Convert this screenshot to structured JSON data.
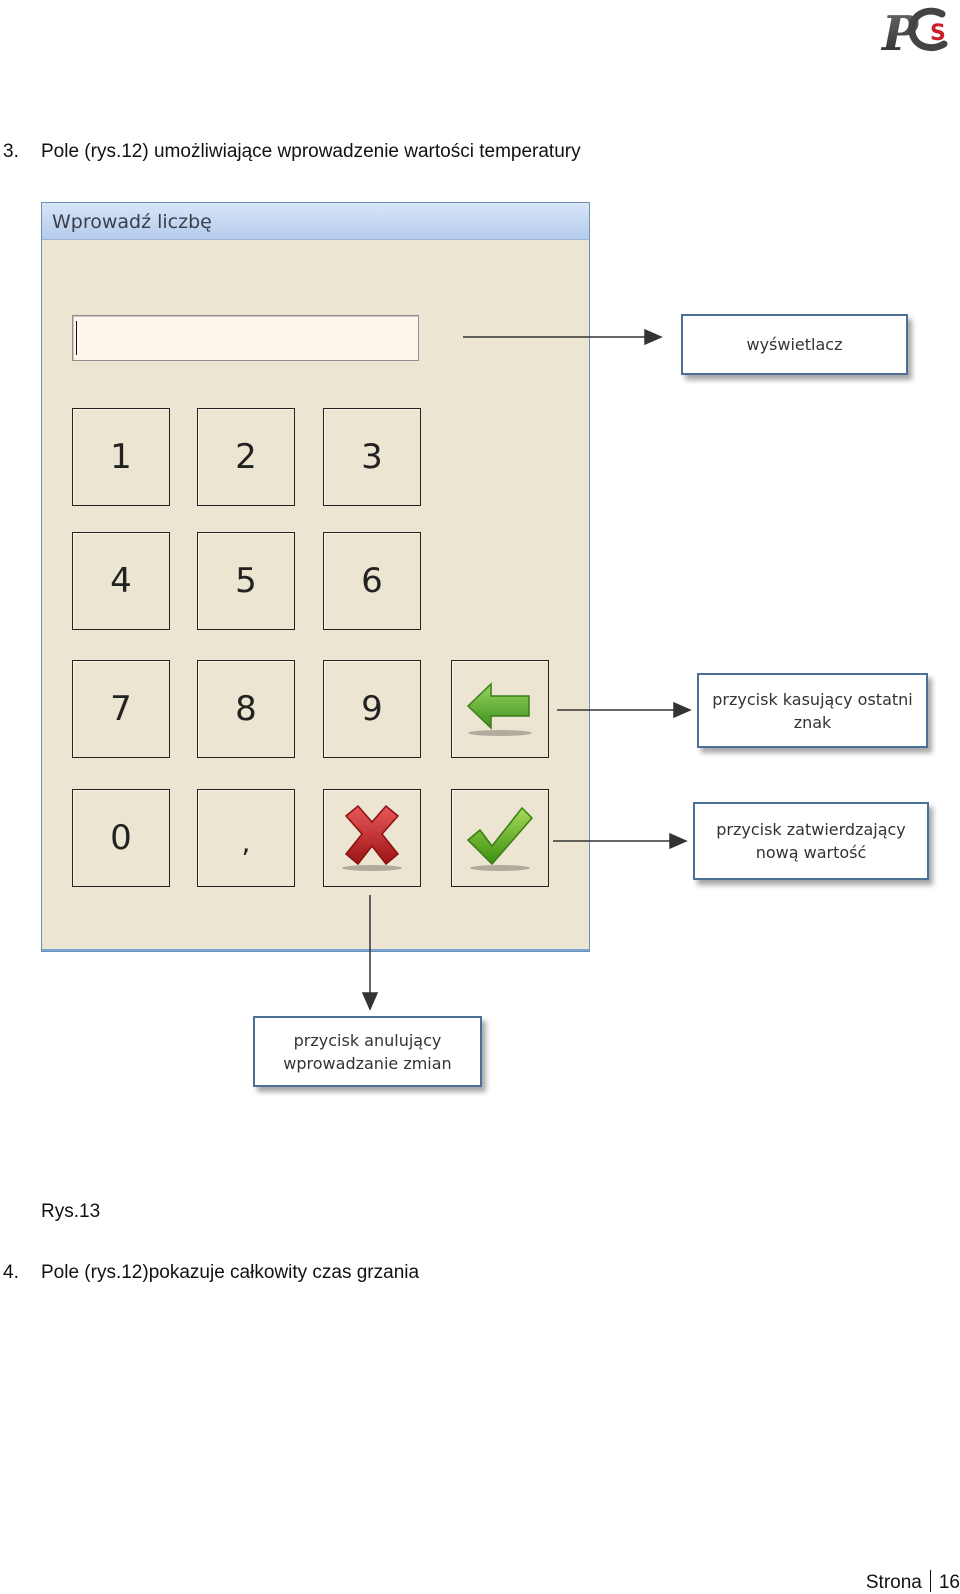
{
  "header": {
    "logo_text": "PCS"
  },
  "items": [
    {
      "number": "3.",
      "text": "Pole (rys.12) umożliwiające wprowadzenie wartości temperatury"
    },
    {
      "number": "4.",
      "text": "Pole (rys.12)pokazuje całkowity czas grzania"
    }
  ],
  "dialog": {
    "title": "Wprowadź liczbę",
    "display_value": "",
    "keys": [
      "1",
      "2",
      "3",
      "4",
      "5",
      "6",
      "7",
      "8",
      "9",
      "0",
      ","
    ],
    "backspace_icon": "arrow-left-icon",
    "cancel_icon": "red-x-icon",
    "confirm_icon": "green-check-icon"
  },
  "annotations": {
    "display": "wyświetlacz",
    "backspace": "przycisk kasujący ostatni znak",
    "confirm": "przycisk zatwierdzający nową wartość",
    "cancel": "przycisk anulujący wprowadzanie zmian"
  },
  "caption": "Rys.13",
  "footer": {
    "label": "Strona",
    "page": "16"
  },
  "colors": {
    "dialog_bg": "#ebe5d2",
    "titlebar": "#c6d8f0",
    "note_border": "#4c6f95",
    "green": "#5ab02c",
    "red": "#c42020"
  }
}
